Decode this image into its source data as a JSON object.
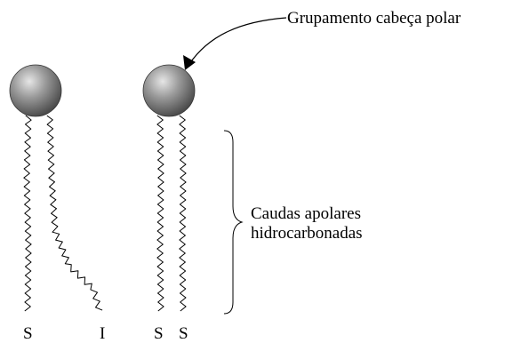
{
  "labels": {
    "head_group": "Grupamento cabeça polar",
    "tails_line1": "Caudas apolares",
    "tails_line2": "hidrocarbonadas"
  },
  "tail_ends": [
    "S",
    "I",
    "S",
    "S"
  ],
  "colors": {
    "line": "#000000",
    "sphere_light": "#e6e6e6",
    "sphere_mid": "#9a9a9a",
    "sphere_dark": "#4a4a4a",
    "background": "#ffffff"
  }
}
